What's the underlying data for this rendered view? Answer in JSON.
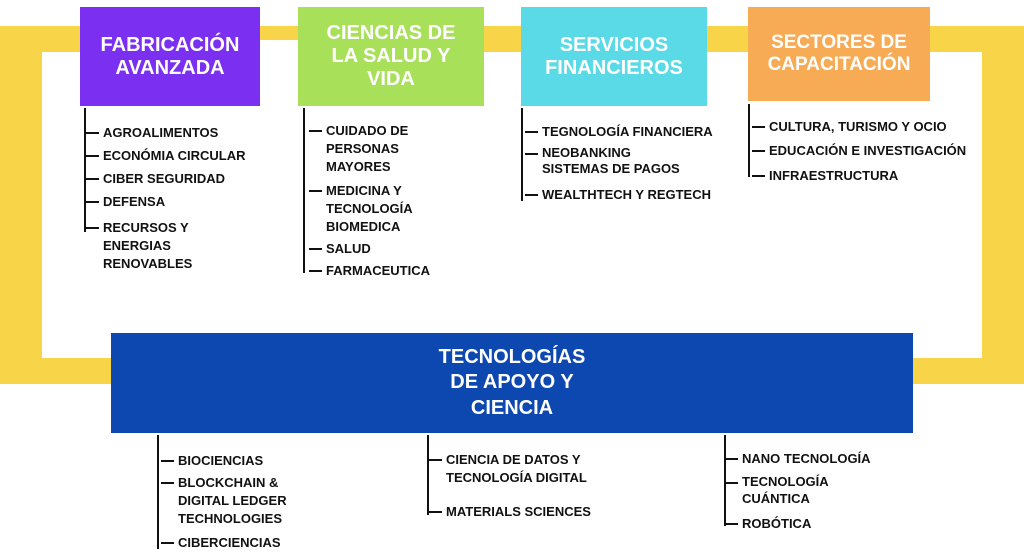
{
  "colors": {
    "frame": "#f8d548",
    "purple": "#7b2ff0",
    "green": "#a8e05a",
    "cyan": "#5ad9e6",
    "orange": "#f8ab55",
    "blue": "#0d48b0"
  },
  "categories": [
    {
      "title_lines": [
        "FABRICACIÓN",
        "AVANZADA"
      ],
      "items": [
        "AGROALIMENTOS",
        "ECONÓMIA CIRCULAR",
        "CIBER SEGURIDAD",
        "DEFENSA",
        "RECURSOS Y\nENERGIAS\nRENOVABLES"
      ]
    },
    {
      "title_lines": [
        "CIENCIAS DE",
        "LA SALUD Y",
        "VIDA"
      ],
      "items": [
        "CUIDADO DE\nPERSONAS\nMAYORES",
        "MEDICINA Y\nTECNOLOGÍA\nBIOMEDICA",
        "SALUD",
        "FARMACEUTICA"
      ]
    },
    {
      "title_lines": [
        "SERVICIOS",
        "FINANCIEROS"
      ],
      "items": [
        "TEGNOLOGÍA FINANCIERA",
        "NEOBANKING\nSISTEMAS DE PAGOS",
        "WEALTHTECH Y REGTECH"
      ]
    },
    {
      "title_lines": [
        "SECTORES DE",
        "CAPACITACIÓN"
      ],
      "items": [
        "CULTURA, TURISMO Y OCIO",
        "EDUCACIÓN E INVESTIGACIÓN",
        "INFRAESTRUCTURA"
      ]
    }
  ],
  "support": {
    "title_lines": [
      "TECNOLOGÍAS",
      "DE APOYO Y",
      "CIENCIA"
    ],
    "columns": [
      [
        "BIOCIENCIAS",
        "BLOCKCHAIN &\nDIGITAL LEDGER\nTECHNOLOGIES",
        "CIBERCIENCIAS"
      ],
      [
        "CIENCIA DE DATOS Y\nTECNOLOGÍA DIGITAL",
        "MATERIALS SCIENCES"
      ],
      [
        "NANO TECNOLOGÍA",
        "TECNOLOGÍA\nCUÁNTICA",
        "ROBÓTICA"
      ]
    ]
  }
}
